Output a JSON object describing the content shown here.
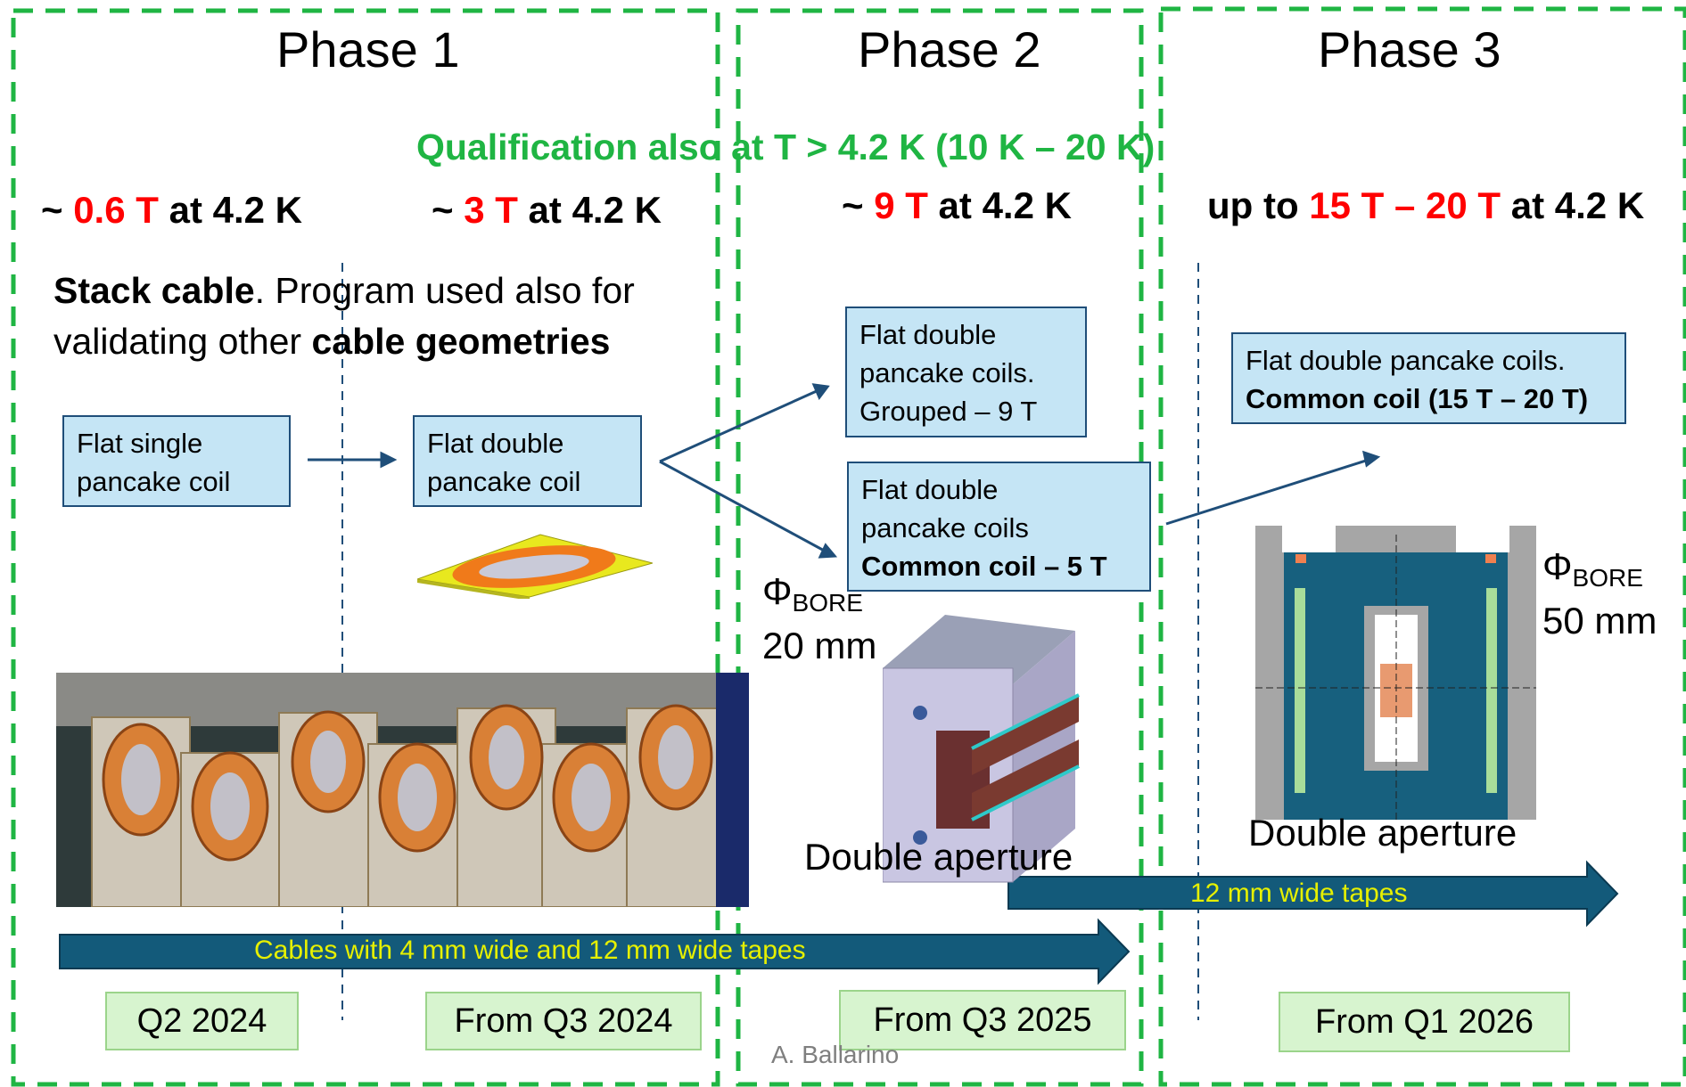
{
  "phases": [
    {
      "title": "Phase 1"
    },
    {
      "title": "Phase 2"
    },
    {
      "title": "Phase 3"
    }
  ],
  "qualification_note": "Qualification also at T > 4.2 K (10 K – 20 K)",
  "fields": {
    "p1a": {
      "prefix": "~ ",
      "value": "0.6 T",
      "suffix": " at 4.2 K"
    },
    "p1b": {
      "prefix": "~ ",
      "value": "3 T",
      "suffix": " at 4.2 K"
    },
    "p2": {
      "prefix": "~ ",
      "value": "9 T",
      "suffix": " at 4.2 K"
    },
    "p3": {
      "prefix": "up to ",
      "value": "15 T – 20 T",
      "suffix": " at 4.2 K"
    }
  },
  "stack_text": {
    "bold1": "Stack cable",
    "plain1": ". Program used also for",
    "plain2": "validating other ",
    "bold2": "cable geometries"
  },
  "boxes": {
    "single": {
      "line1": "Flat single",
      "line2": "pancake coil"
    },
    "double": {
      "line1": "Flat double",
      "line2": "pancake coil"
    },
    "grouped": {
      "line1": "Flat double",
      "line2": "pancake coils.",
      "line3": "Grouped – 9 T"
    },
    "common5": {
      "line1": "Flat double",
      "line2": "pancake coils",
      "line3": "Common coil – 5 T"
    },
    "common15": {
      "line1": "Flat double pancake coils.",
      "line2": "Common coil (15 T – 20 T)"
    }
  },
  "bore": {
    "p2": {
      "phi": "Φ",
      "sub": "BORE",
      "size": "20 mm"
    },
    "p3": {
      "phi": "Φ",
      "sub": "BORE",
      "size": "50 mm"
    }
  },
  "aperture_labels": {
    "p2": "Double aperture",
    "p3": "Double aperture"
  },
  "tapes": {
    "long": "Cables with 4 mm wide and 12 mm wide tapes",
    "short": "12 mm wide tapes"
  },
  "dates": [
    "Q2 2024",
    "From Q3 2024",
    "From Q3 2025",
    "From Q1 2026"
  ],
  "author": "A. Ballarino",
  "colors": {
    "phase_border": "#1fb543",
    "highlight": "#ff0000",
    "arrow": "#1f4e79",
    "tape_arrow": "#135a7a",
    "tape_text": "#e6f000"
  }
}
